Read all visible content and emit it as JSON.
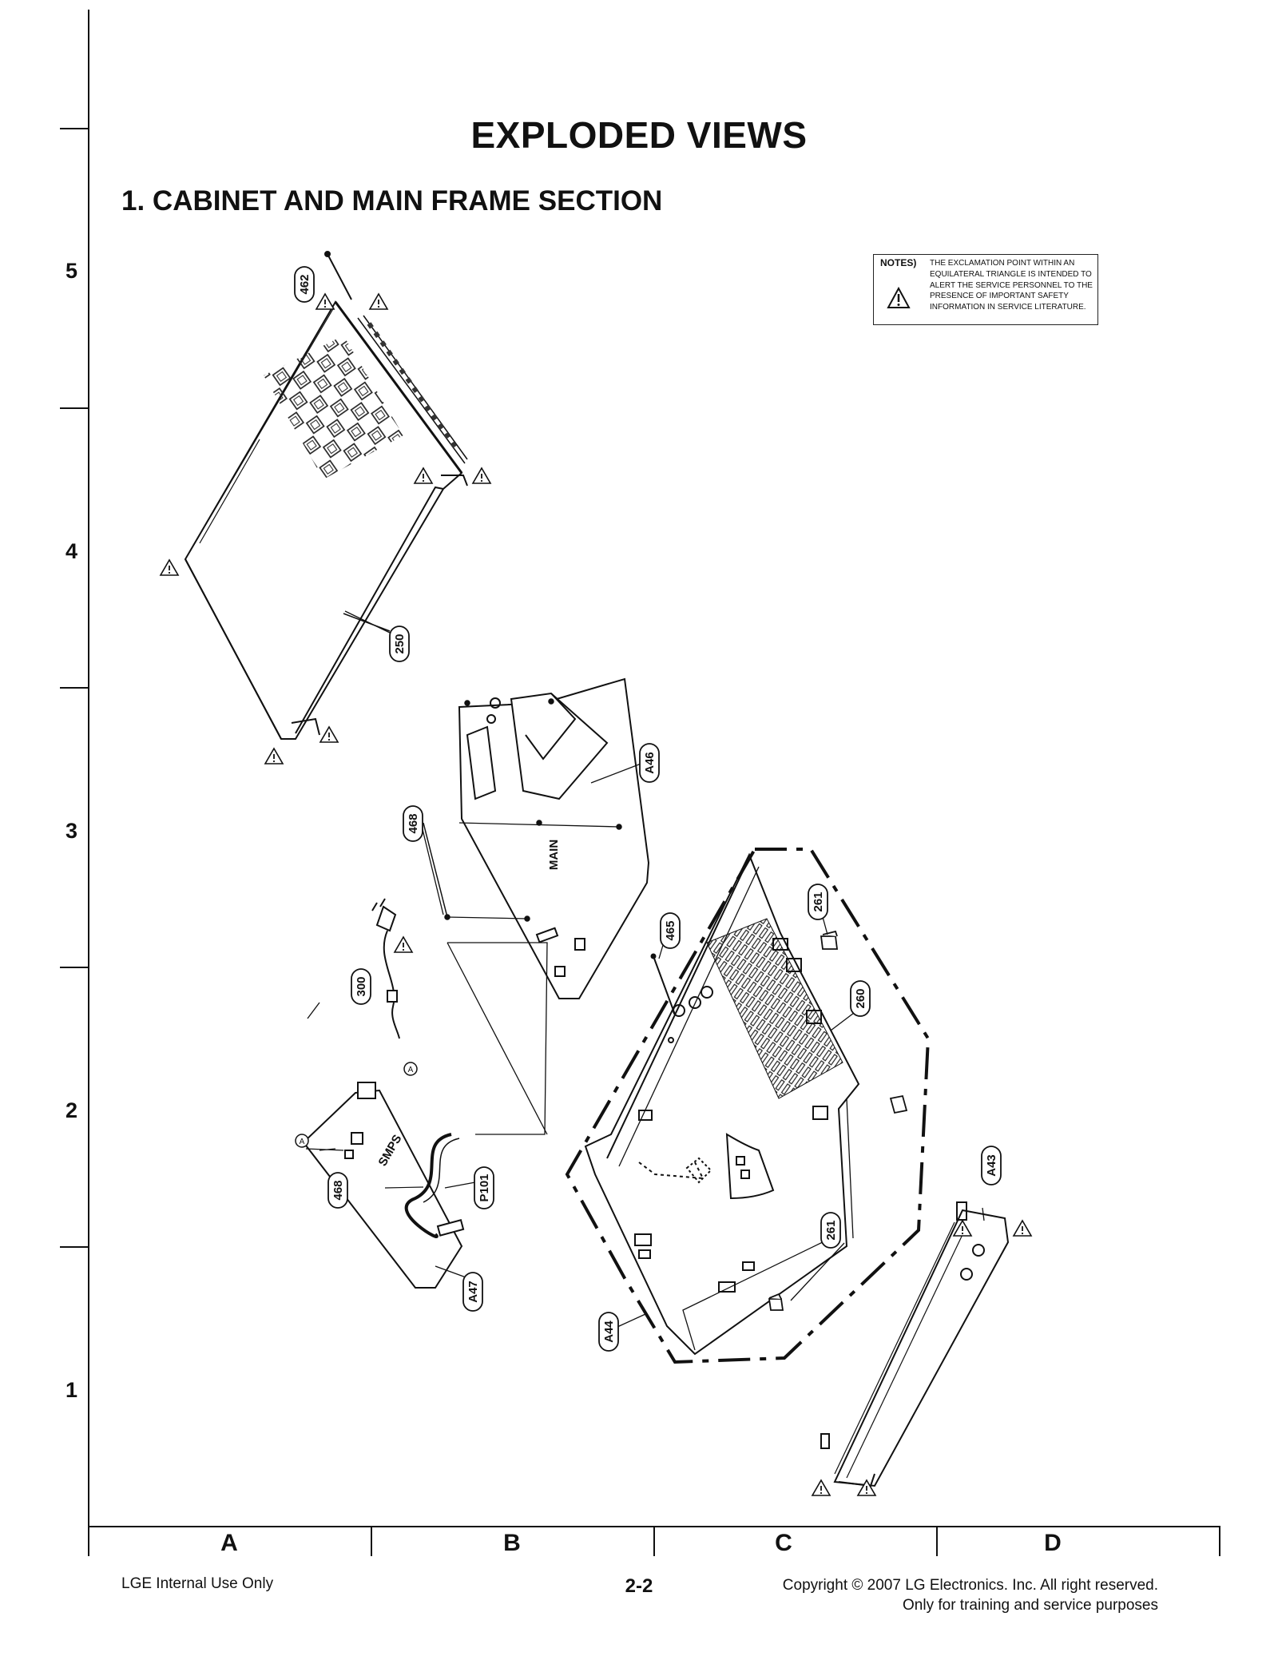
{
  "page_title": "EXPLODED VIEWS",
  "section_title": "1. CABINET AND MAIN FRAME SECTION",
  "notes": {
    "label": "NOTES)",
    "text": "THE EXCLAMATION POINT WITHIN AN EQUILATERAL TRIANGLE IS INTENDED TO ALERT THE SERVICE PERSONNEL TO THE PRESENCE OF IMPORTANT SAFETY INFORMATION IN SERVICE LITERATURE."
  },
  "grid": {
    "rows": [
      "5",
      "4",
      "3",
      "2",
      "1"
    ],
    "columns": [
      "A",
      "B",
      "C",
      "D"
    ]
  },
  "parts": {
    "p462": "462",
    "p250": "250",
    "pA46": "A46",
    "p468a": "468",
    "pMAIN": "MAIN",
    "p300": "300",
    "p465": "465",
    "p261a": "261",
    "p260": "260",
    "pSMPS": "SMPS",
    "p468b": "468",
    "pP101": "P101",
    "pA47": "A47",
    "p261b": "261",
    "pA44": "A44",
    "pA43": "A43",
    "connA1": "A",
    "connA2": "A"
  },
  "footer": {
    "left": "LGE Internal Use Only",
    "page": "2-2",
    "right_line1": "Copyright © 2007 LG Electronics. Inc. All right reserved.",
    "right_line2": "Only for training and service purposes"
  }
}
